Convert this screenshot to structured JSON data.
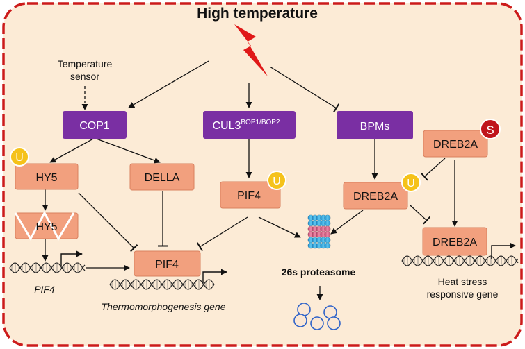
{
  "title": "High temperature",
  "temperature_sensor": {
    "line1": "Temperature",
    "line2": "sensor"
  },
  "nodes": {
    "cop1": "COP1",
    "cul3": "CUL3",
    "cul3_superscript": "BOP1/BOP2",
    "bpms": "BPMs",
    "hy5": "HY5",
    "hy5_degraded": "HY5",
    "della": "DELLA",
    "pif4_center": "PIF4",
    "pif4_target": "PIF4",
    "dreb2a_s": "DREB2A",
    "dreb2a_u": "DREB2A",
    "dreb2a_target": "DREB2A"
  },
  "badges": {
    "ubiquitin": "U",
    "sumo": "S"
  },
  "labels": {
    "pif4_gene": "PIF4",
    "thermo_gene": "Thermomorphogenesis gene",
    "proteasome": "26s proteasome",
    "heat_gene_line1": "Heat stress",
    "heat_gene_line2": "responsive gene"
  },
  "colors": {
    "background": "#fcebd6",
    "border": "#cc1b1b",
    "purple": "#7a2fa3",
    "salmon": "#f2a07e",
    "salmon_edge": "#d9805f",
    "ubiquitin": "#f5c21a",
    "sumo": "#c0141c",
    "lightning": "#e01818"
  }
}
